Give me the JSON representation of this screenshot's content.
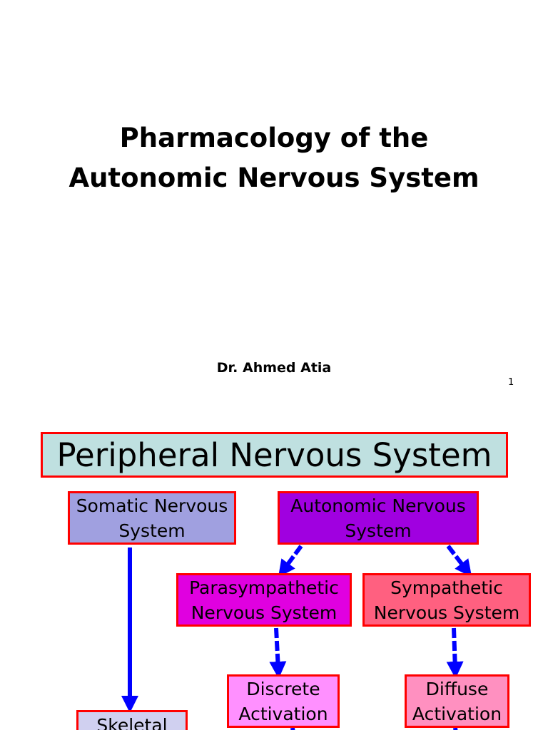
{
  "slide1": {
    "title_line1": "Pharmacology of the",
    "title_line2": "Autonomic Nervous System",
    "author": "Dr. Ahmed Atia",
    "page_number": "1"
  },
  "slide2": {
    "pns": "Peripheral Nervous System",
    "somatic_line1": "Somatic Nervous",
    "somatic_line2": "System",
    "autonomic_line1": "Autonomic Nervous",
    "autonomic_line2": "System",
    "para_line1": "Parasympathetic",
    "para_line2": "Nervous System",
    "symp_line1": "Sympathetic",
    "symp_line2": "Nervous System",
    "discrete_line1": "Discrete",
    "discrete_line2": "Activation",
    "diffuse_line1": "Diffuse",
    "diffuse_line2": "Activation",
    "skeletal": "Skeletal"
  },
  "colors": {
    "border": "#ff0000",
    "arrow": "#0000ff",
    "pns_fill": "#bfe0e0",
    "somatic_fill": "#a0a0e0",
    "autonomic_fill": "#a000e0",
    "para_fill": "#e000e0",
    "symp_fill": "#ff6080",
    "discrete_fill": "#ff90ff",
    "diffuse_fill": "#ff90c0",
    "skeletal_fill": "#d0d0f0"
  }
}
